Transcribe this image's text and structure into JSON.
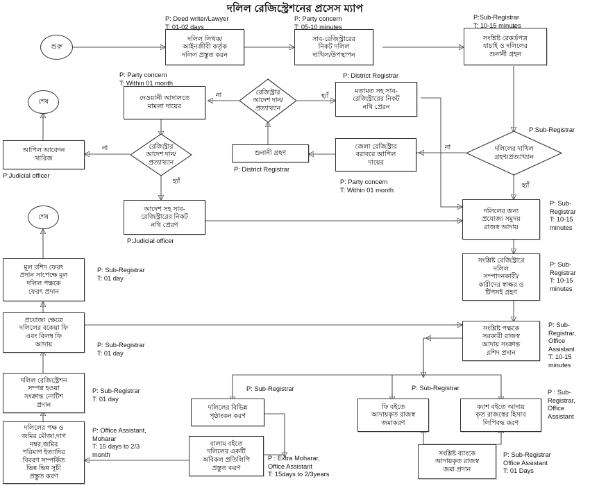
{
  "title": "দলিল রেজিস্ট্রেশনের প্রসেস ম্যাপ",
  "nodes": {
    "start1": "শুরু",
    "deed_prepare": "দলিল লিখক/\nআইনজীবী কর্তৃক\nদলিল প্রস্তুত করন",
    "submit_subreg": "সাব-রেজিস্ট্রারের\nনিকট দলিল\nদাখিল/উপস্থাপন",
    "verify_hearing": "সংশ্লিষ্ট রেকর্ডপত্র\nযাচাই ও দলিলের\nশুনানী গ্রহন",
    "civil_court": "দেওয়ানী আদালতে\nমামলা দায়ের",
    "reg_order_1": "রেজিস্ট্রার\nআদেশ দান/\nপ্রত্যাখ্যান",
    "opinion_send": "মতামত সহ সাব-\nরেজিস্ট্রারের নিকট\nনথি প্রেরন",
    "doc_accept": "দলিলের দাখিল\nগ্রহণ/প্রত্যাখ্যান",
    "end1": "শেষ",
    "appeal_reject": "আপিল আবেদন\nখারিজ",
    "reg_order_2": "রেজিস্ট্রার\nআদেশ দান/\nপ্রত্যাখ্যান",
    "hearing_take": "শুনানী গ্রহণ",
    "dist_appeal": "জেলা রেজিস্ট্রার\nবরাবরে আপিল\nদায়ের",
    "order_send": "আদেশ সহ সাব-\nরেজিস্ট্রারের নিকট\nনথি প্রেরণ",
    "revenue_collect": "দলিলের জন্য\nপ্রযোজ্য সমুদয়\nরাজস্ব আদায়",
    "signature": "সংশ্লিষ্ট রেজিস্ট্রারে\nদলিল\nসম্পাদনকারী/\nকারীদের স্বাক্ষর ও\nটিপসই গ্রহণ",
    "end2": "শেষ",
    "receipt_return": "মূল রশিদ ফেরৎ\nপ্রদান সাপেক্ষে মূল\nদলিল পক্ষকে\nফেরৎ প্রদান",
    "revenue_receipt": "সংশ্লিষ্ট পক্ষকে\nসরকারী রাজস্ব\nআদায় সংক্রান্ত\nরশিদ প্রদান",
    "due_fee": "প্রযোজ্য ক্ষেত্রে\nদলিলের বকেয়া ফি\nএবং বিলম্ব ফি\nআদায়",
    "notice": "দলিল রেজিস্ট্রেশন\nসম্পন্ন হওয়া\nসংক্রান্ত নোটিশ\nপ্রদান",
    "index_prepare": "দলিলের পক্ষ ও\nজমির মৌজা,দাগ\nনম্বর,জমির\nপরিমাণ ইত্যাদির\nবিবরণ সম্পর্কিত\nভিন্ন ভিন্ন সূচী\nপ্রস্তুত করণ",
    "page_mark": "দলিলের বিভিন্ন\nপৃষ্ঠাংকন করণ",
    "balam_copy": "বালাম বইতে\nদলিলের একটি\nঅবিকল প্রতিলিপি\nপ্রস্তুত করণ",
    "fee_book": "ফি বইতে\nআদায়কৃত রাজস্ব\nজমাকরণ",
    "cash_book": "ক্যাশ বইতে আদায়\nকৃত রাজস্বের হিসাব\nলিপিবদ্ধ করণ",
    "bank_deposit": "সংশ্লিষ্ট ব্যাংকে\nআদায়কৃত রাজস্ব\nজমা প্রদান"
  },
  "annotations": {
    "a_deed": "P: Deed writer/Lawyer\nT: 01-02 days",
    "a_submit": "P: Party concern\nT: 05-10 minutes",
    "a_verify": "P:Sub-Registrar\nT: 10-15 minutes",
    "a_civil": "P: Party concern\nT: Within 01 month",
    "a_opinion": "P: District Registrar",
    "a_docaccept": "P:Sub-Registrar",
    "a_appealreject": "P:Judicial officer",
    "a_hearing": "P: District Registrar",
    "a_distappeal": "P: Party concern\nT: Within 01 month",
    "a_ordersend": "P:Judicial officer",
    "a_revenue": "P: Sub-\nRegistrar\nT: 10-15\nminutes",
    "a_signature": "P: Sub-\nRegistrar\nT: 10-15\nminutes",
    "a_receiptreturn": "P: Sub-Registrar\nT: 01 day",
    "a_revreceipt": "P: Sub-\nRegistrar,\nOffice\nAssistant\nT: 10-15\nminutes",
    "a_duefee": "P: Sub-Registrar\nT: 01 day",
    "a_notice": "P: Sub-Registrar\nT: 01 day",
    "a_index": "P: Office Assistant,\nMoharar\nT: 15 days to 2/3\nmonth",
    "a_pagemark": "P: Sub-Registrar",
    "a_feebook": "P: Sub-Registrar",
    "a_cashbook": "P : Sub-\nRegistrar,\nOffice\nAssistant",
    "a_balam": "P : Extra Moharar,\nOffice Assistant\nT: 15days to 2/3years",
    "a_bank": "P: Sub-Registrar\nOffice Assistant\nT: 01 Days"
  },
  "edge_labels": {
    "no1": "না",
    "yes1": "হ্যাঁ",
    "no2": "না",
    "yes2": "হ্যাঁ",
    "no3": "না",
    "yes3": "হ্যাঁ"
  },
  "colors": {
    "stroke": "#555555",
    "node_border": "#333333",
    "background": "#ffffff",
    "text": "#000000"
  }
}
